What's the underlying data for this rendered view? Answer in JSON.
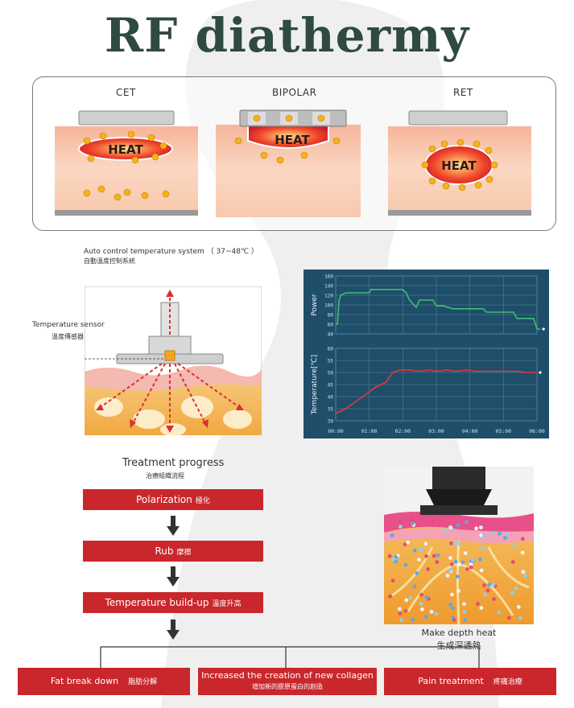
{
  "title": "RF diathermy",
  "modes": [
    {
      "label": "CET",
      "heat": "HEAT"
    },
    {
      "label": "BIPOLAR",
      "heat": "HEAT"
    },
    {
      "label": "RET",
      "heat": "HEAT"
    }
  ],
  "auto_control": {
    "en": "Auto control temperature system  （ 37~48℃ ）",
    "cn": "自動溫度控制系統"
  },
  "sensor": {
    "en": "Temperature sensor",
    "cn": "溫度傳感器"
  },
  "colors": {
    "accent_red": "#c9272c",
    "chart_bg": "#1f4e6b",
    "power_line": "#3fbf6f",
    "temp_line": "#e03a3a"
  },
  "chart_data": {
    "type": "line",
    "x_ticks": [
      "00:00",
      "01:00",
      "02:00",
      "03:00",
      "04:00",
      "05:00",
      "06:00"
    ],
    "x_minutes": [
      0,
      1,
      2,
      3,
      4,
      5,
      6
    ],
    "power": {
      "ylabel": "Power",
      "ylim": [
        40,
        160
      ],
      "y_ticks": [
        "160",
        "140",
        "120",
        "100",
        "80",
        "60",
        "40"
      ],
      "series": {
        "x": [
          0,
          0.05,
          0.1,
          0.15,
          0.3,
          1.0,
          1.05,
          2.0,
          2.1,
          2.2,
          2.4,
          2.5,
          2.9,
          3.0,
          3.2,
          3.5,
          4.4,
          4.5,
          5.3,
          5.4,
          5.9,
          6.0,
          6.1
        ],
        "y": [
          60,
          60,
          110,
          120,
          125,
          125,
          132,
          132,
          125,
          110,
          95,
          110,
          110,
          98,
          98,
          92,
          92,
          85,
          85,
          72,
          72,
          50,
          50
        ]
      }
    },
    "temperature": {
      "ylabel": "Temperature[℃]",
      "ylim": [
        30,
        60
      ],
      "y_ticks": [
        "60",
        "55",
        "50",
        "45",
        "40",
        "35",
        "30"
      ],
      "series": {
        "x": [
          0,
          0.3,
          0.6,
          0.9,
          1.2,
          1.5,
          1.7,
          1.9,
          2.2,
          2.5,
          2.8,
          3.0,
          3.3,
          3.6,
          3.9,
          4.2,
          4.5,
          4.8,
          5.1,
          5.4,
          5.7,
          6.0
        ],
        "y": [
          33,
          35,
          38,
          41,
          44,
          46,
          50,
          51,
          51,
          50.5,
          51,
          50.5,
          51,
          50.5,
          51,
          50.5,
          50.5,
          50.5,
          50.5,
          50.5,
          50,
          50
        ]
      }
    },
    "grid": true
  },
  "progress": {
    "title": "Treatment  progress",
    "title_cn": "治療組織流程",
    "steps": [
      {
        "en": "Polarization",
        "cn": "極化"
      },
      {
        "en": "Rub",
        "cn": "摩擦"
      },
      {
        "en": "Temperature build-up",
        "cn": "溫度升高"
      }
    ],
    "outcomes": [
      {
        "en": "Fat break down",
        "cn": "脂肪分解"
      },
      {
        "en": "Increased the creation of new collagen",
        "cn": "增加新的膠原蛋白的創造"
      },
      {
        "en": "Pain treatment",
        "cn": "疼痛治療"
      }
    ]
  },
  "depth": {
    "en": "Make depth heat",
    "cn": "生成深透熱"
  }
}
